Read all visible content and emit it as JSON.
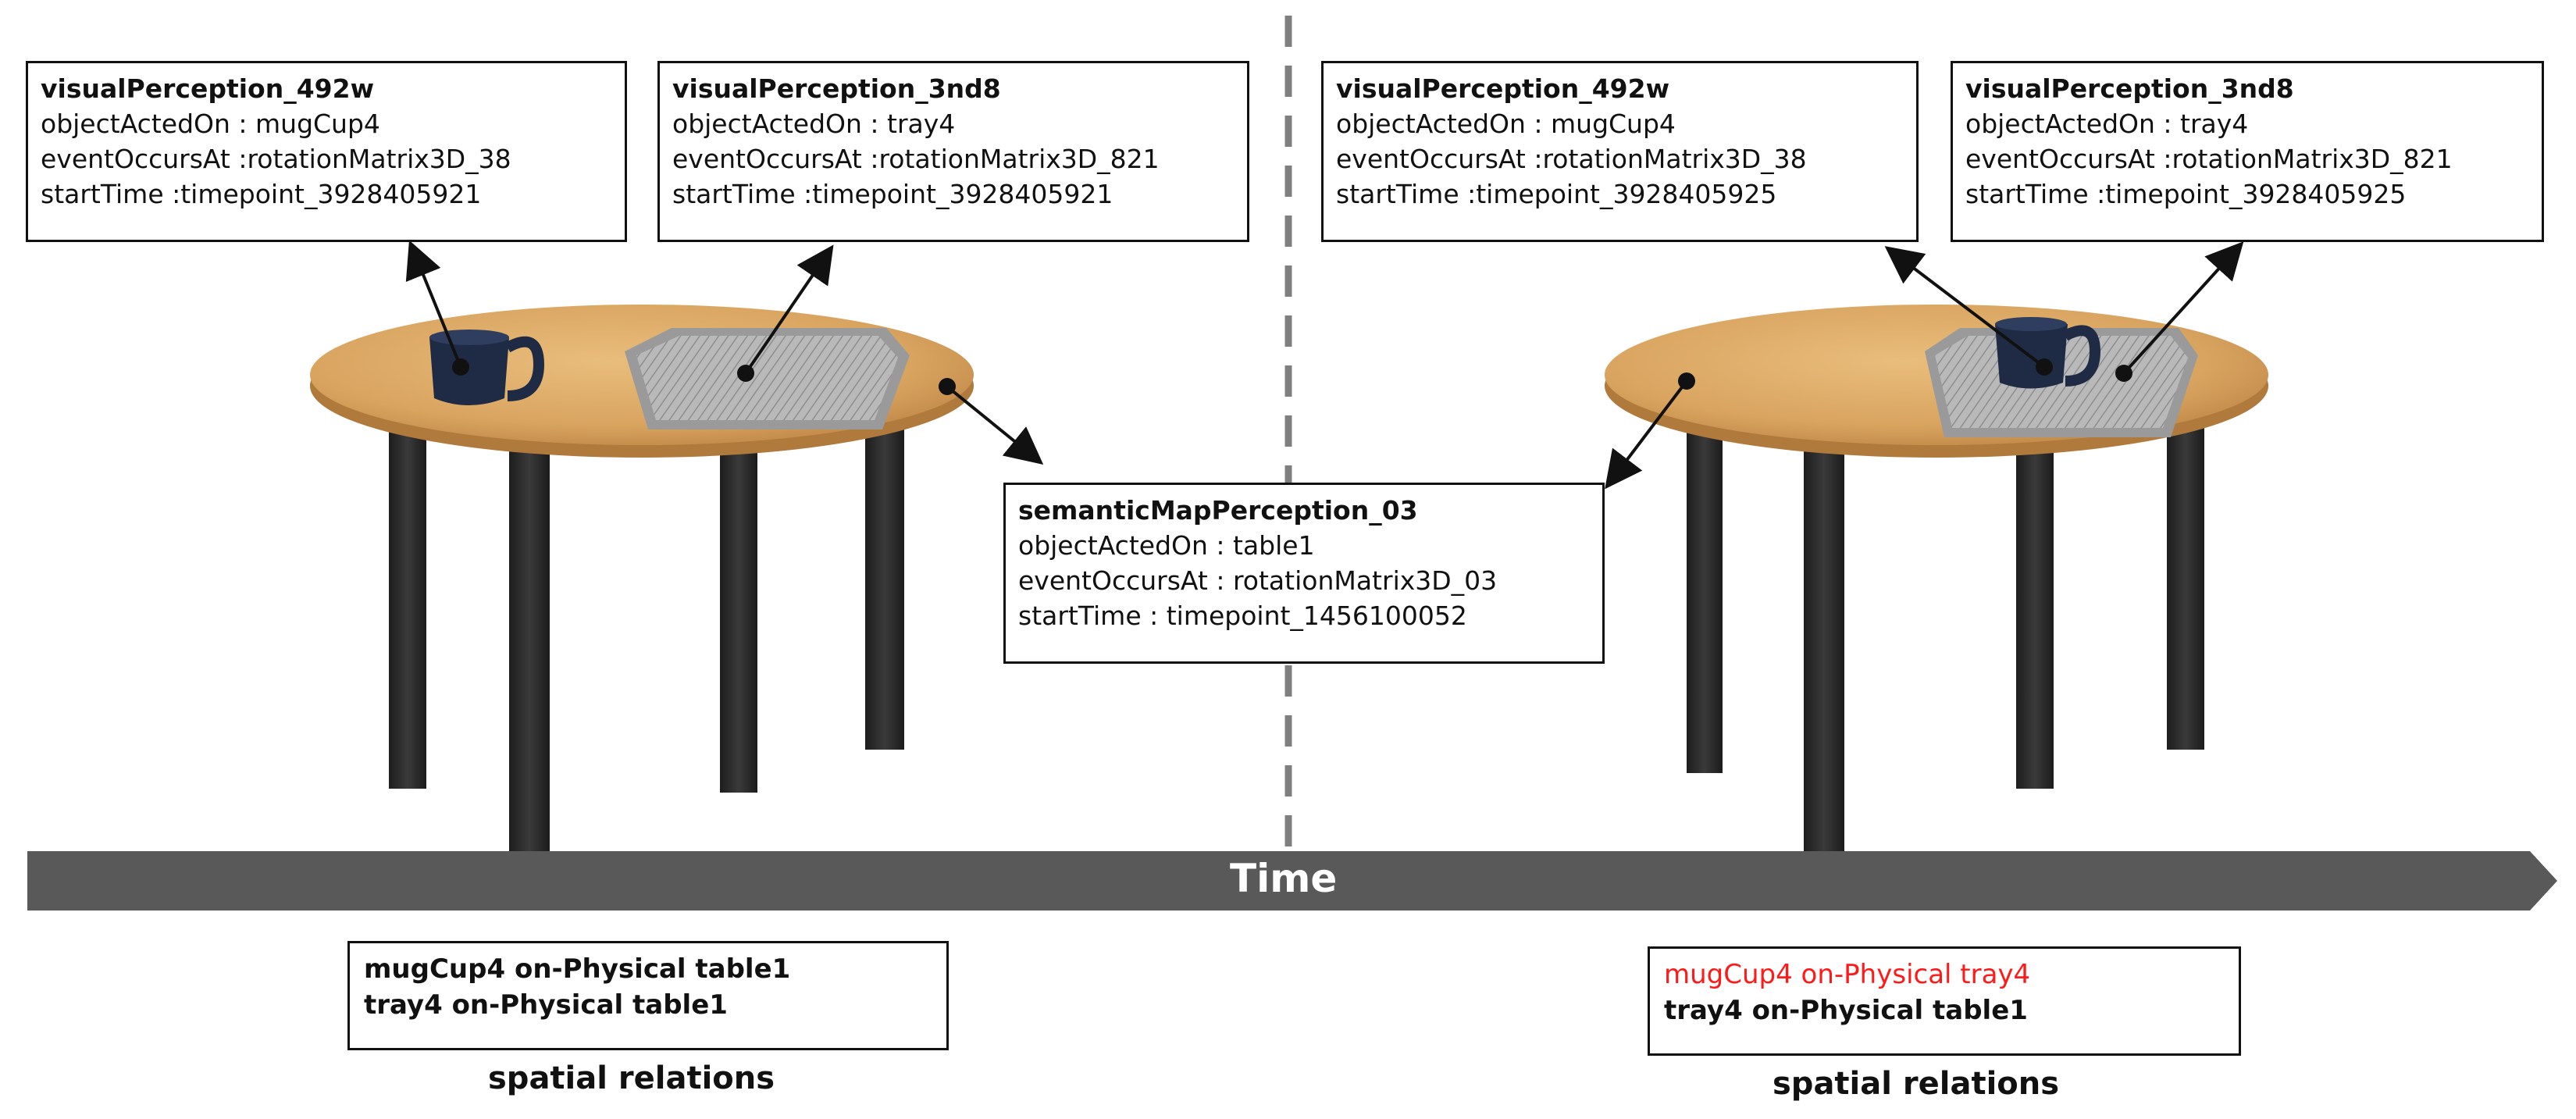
{
  "boxes": {
    "left_visual_cup": {
      "title": "visualPerception_492w",
      "object": "objectActedOn : mugCup4",
      "event": "eventOccursAt :rotationMatrix3D_38",
      "time": "startTime :timepoint_3928405921"
    },
    "left_visual_tray": {
      "title": "visualPerception_3nd8",
      "object": "objectActedOn : tray4",
      "event": "eventOccursAt :rotationMatrix3D_821",
      "time": "startTime :timepoint_3928405921"
    },
    "semantic_map": {
      "title": "semanticMapPerception_03",
      "object": "objectActedOn : table1",
      "event": "eventOccursAt : rotationMatrix3D_03",
      "time": "startTime : timepoint_1456100052"
    },
    "right_visual_cup": {
      "title": "visualPerception_492w",
      "object": "objectActedOn : mugCup4",
      "event": "eventOccursAt :rotationMatrix3D_38",
      "time": "startTime :timepoint_3928405925"
    },
    "right_visual_tray": {
      "title": "visualPerception_3nd8",
      "object": "objectActedOn : tray4",
      "event": "eventOccursAt :rotationMatrix3D_821",
      "time": "startTime :timepoint_3928405925"
    }
  },
  "timeline": {
    "label": "Time"
  },
  "relations_left": {
    "line1": "mugCup4  on-Physical  table1",
    "line2": "tray4  on-Physical  table1",
    "caption": "spatial relations"
  },
  "relations_right": {
    "line1": "mugCup4  on-Physical  tray4",
    "line2": "tray4  on-Physical  table1",
    "caption": "spatial relations"
  },
  "colors": {
    "table_top": "#dba863",
    "table_legs": "#2b2b2b",
    "mug": "#1f2a44",
    "tray": "#b8b8b8",
    "timeline": "#595959",
    "highlight": "#ff1a1a"
  }
}
